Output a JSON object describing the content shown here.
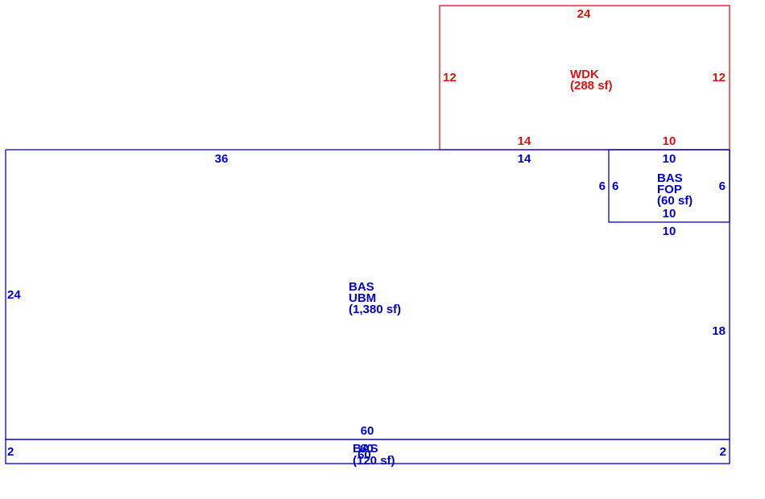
{
  "colors": {
    "base": "#0000cc",
    "deck": "#e01010"
  },
  "areas": {
    "wdk": {
      "code": "WDK",
      "area": "(288 sf)",
      "dims": {
        "top": "24",
        "left": "12",
        "right": "12",
        "bottom_a": "14",
        "bottom_b": "10"
      }
    },
    "main": {
      "code": "BAS",
      "sub": "UBM",
      "area": "(1,380 sf)",
      "dims": {
        "top_a": "36",
        "top_b": "14",
        "left": "24",
        "right": "18",
        "bottom": "60"
      }
    },
    "fop": {
      "code": "BAS",
      "sub": "FOP",
      "area": "(60 sf)",
      "dims": {
        "top": "10",
        "left_outer": "6",
        "left_inner": "6",
        "right": "6",
        "bottom_inner": "10",
        "bottom_outer": "10"
      }
    },
    "strip": {
      "code": "BAS",
      "overlap_a": "60",
      "overlap_b": "60",
      "area": "(120 sf)",
      "dims": {
        "left": "2",
        "right": "2"
      }
    }
  }
}
